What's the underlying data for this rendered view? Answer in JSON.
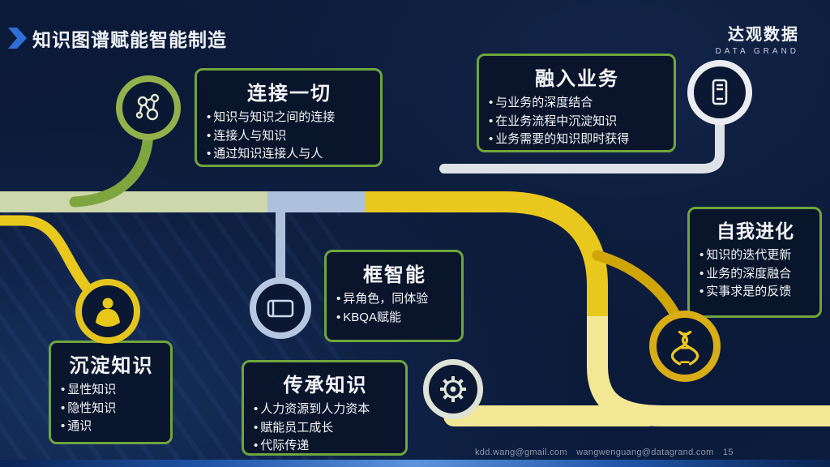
{
  "title": "知识图谱赋能智能制造",
  "logo": {
    "name": "达观数据",
    "subtitle": "DATA GRAND"
  },
  "footer": {
    "email1": "kdd.wang@gmail.com",
    "email2": "wangwenguang@datagrand.com",
    "page": "15"
  },
  "colors": {
    "green_line": "#7ea63f",
    "celadon_line": "#ccd8ab",
    "steel_line": "#aec1dc",
    "white_line": "#dde2e7",
    "yellow_line": "#e8c81c",
    "pale_yellow_line": "#f2e795",
    "mustard_line": "#cfa50a",
    "box_border_green": "#6fa53d",
    "background_navy": "#0b1834"
  },
  "icons": {
    "network": "molecule-network",
    "device": "handheld-device",
    "person": "person-figure",
    "tablet": "tablet-device",
    "gear": "gear-wheel",
    "dna": "dna-helix",
    "title_arrow": "blue-right-arrow"
  },
  "boxes": {
    "connect": {
      "title": "连接一切",
      "bullets": [
        "知识与知识之间的连接",
        "连接人与知识",
        "通过知识连接人与人"
      ]
    },
    "business": {
      "title": "融入业务",
      "bullets": [
        "与业务的深度结合",
        "在业务流程中沉淀知识",
        "业务需要的知识即时获得"
      ]
    },
    "frame": {
      "title": "框智能",
      "bullets": [
        "异角色，同体验",
        "KBQA赋能"
      ]
    },
    "evolve": {
      "title": "自我进化",
      "bullets": [
        "知识的迭代更新",
        "业务的深度融合",
        "实事求是的反馈"
      ]
    },
    "accumulate": {
      "title": "沉淀知识",
      "bullets": [
        "显性知识",
        "隐性知识",
        "通识"
      ]
    },
    "inherit": {
      "title": "传承知识",
      "bullets": [
        "人力资源到人力资本",
        "赋能员工成长",
        "代际传递"
      ]
    }
  }
}
